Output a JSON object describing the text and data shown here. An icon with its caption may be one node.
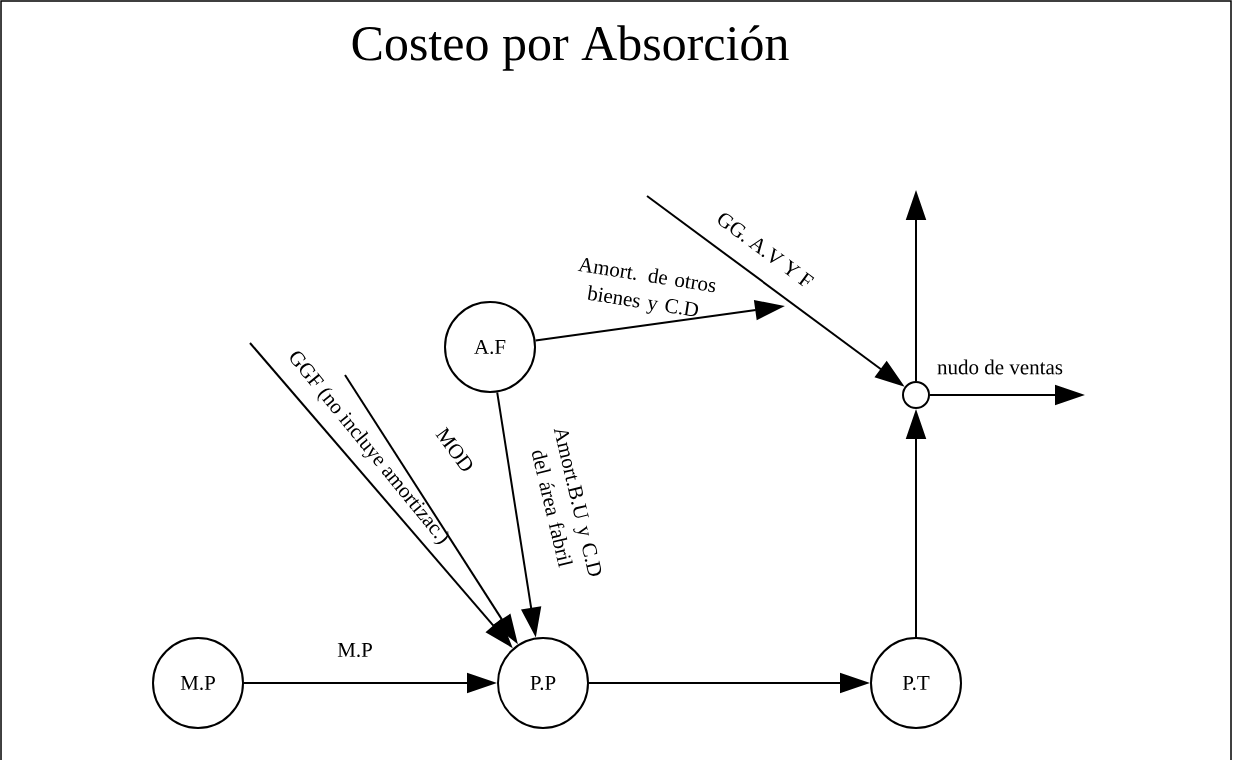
{
  "diagram": {
    "title": "Costeo por Absorción",
    "nodes": [
      {
        "text": [
          "M.P"
        ]
      },
      {
        "text": [
          "P.P"
        ]
      },
      {
        "text": [
          "P.T"
        ]
      },
      {
        "text": [
          "A.F"
        ]
      },
      {
        "text": [],
        "shape": "circle",
        "beside": [
          "nudo de ventas"
        ]
      }
    ],
    "edges": [
      {
        "from": 0,
        "to": 1,
        "arrow": "to",
        "label": "M.P"
      },
      {
        "from": 1,
        "to": 2,
        "arrow": "to"
      },
      {
        "from": 2,
        "to": 4,
        "arrow": "to"
      },
      {
        "from": null,
        "to": 1,
        "arrow": "to",
        "label": "GGF (no incluye amortizac.)"
      },
      {
        "from": null,
        "to": 1,
        "arrow": "to",
        "label": "MOD"
      },
      {
        "from": 3,
        "to": 1,
        "arrow": "to",
        "label": "Amort.B.U y C.D del área fabril"
      },
      {
        "from": 3,
        "to": null,
        "arrow": "to",
        "label": "Amort. de otros bienes y C.D"
      },
      {
        "from": null,
        "to": 4,
        "arrow": "to",
        "label": "GG. A.V Y F"
      },
      {
        "from": 4,
        "to": null,
        "arrow": "to"
      },
      {
        "from": 4,
        "to": null,
        "arrow": "to"
      }
    ]
  }
}
